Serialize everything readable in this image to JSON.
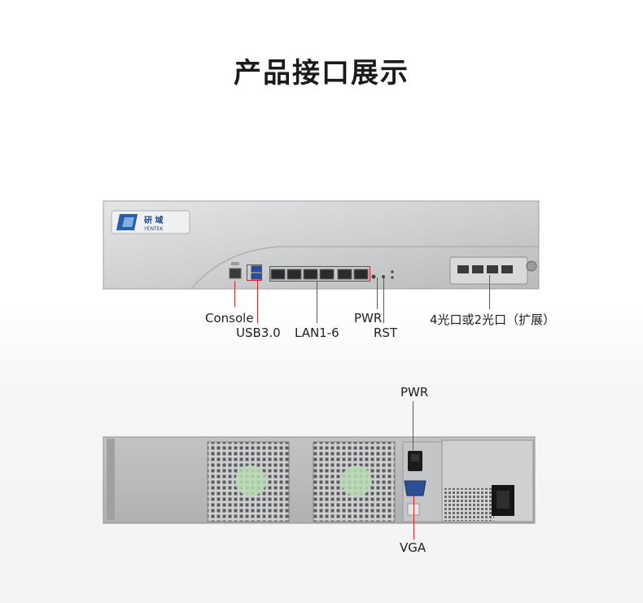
{
  "page": {
    "title": "产品接口展示"
  },
  "front_panel": {
    "logo_text_cn": "研 域",
    "logo_text_en": "YENTEK",
    "callouts": {
      "console": "Console",
      "usb": "USB3.0",
      "lan": "LAN1-6",
      "pwr": "PWR",
      "rst": "RST",
      "expansion": "4光口或2光口（扩展）"
    }
  },
  "rear_panel": {
    "callouts": {
      "pwr": "PWR",
      "vga": "VGA"
    }
  },
  "colors": {
    "accent": "#d2232a",
    "chassis": "#c8c9cb",
    "logo_blue": "#2a5fa8"
  }
}
